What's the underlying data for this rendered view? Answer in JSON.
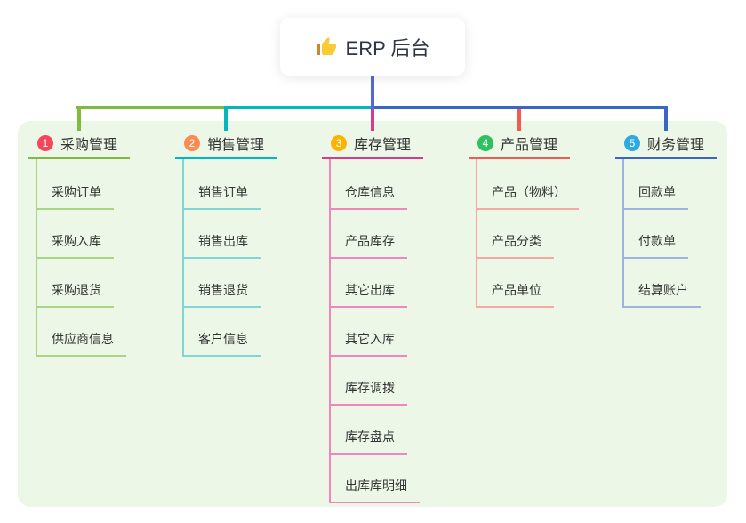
{
  "root": {
    "title": "ERP 后台",
    "icon": "thumbs-up-icon"
  },
  "branches": [
    {
      "num": "1",
      "title": "采购管理",
      "badge_color": "#F7455D",
      "line_color": "#7EBB40",
      "tint_color": "#A9D584",
      "items": [
        "采购订单",
        "采购入库",
        "采购退货",
        "供应商信息"
      ]
    },
    {
      "num": "2",
      "title": "销售管理",
      "badge_color": "#FF8A50",
      "line_color": "#02B8BC",
      "tint_color": "#82D5D6",
      "items": [
        "销售订单",
        "销售出库",
        "销售退货",
        "客户信息"
      ]
    },
    {
      "num": "3",
      "title": "库存管理",
      "badge_color": "#FFB200",
      "line_color": "#D93A8B",
      "tint_color": "#F285BE",
      "items": [
        "仓库信息",
        "产品库存",
        "其它出库",
        "其它入库",
        "库存调拨",
        "库存盘点",
        "出库库明细"
      ]
    },
    {
      "num": "4",
      "title": "产品管理",
      "badge_color": "#2EC160",
      "line_color": "#F35A50",
      "tint_color": "#F8A8A2",
      "items": [
        "产品（物料）",
        "产品分类",
        "产品单位"
      ]
    },
    {
      "num": "5",
      "title": "财务管理",
      "badge_color": "#2FA9E1",
      "line_color": "#3A66C5",
      "tint_color": "#9FB3DF",
      "items": [
        "回款单",
        "付款单",
        "结算账户"
      ]
    }
  ],
  "colors": {
    "panel_background": "#EDF7E7",
    "main_connector": "#5567DB",
    "text": "#333333"
  }
}
